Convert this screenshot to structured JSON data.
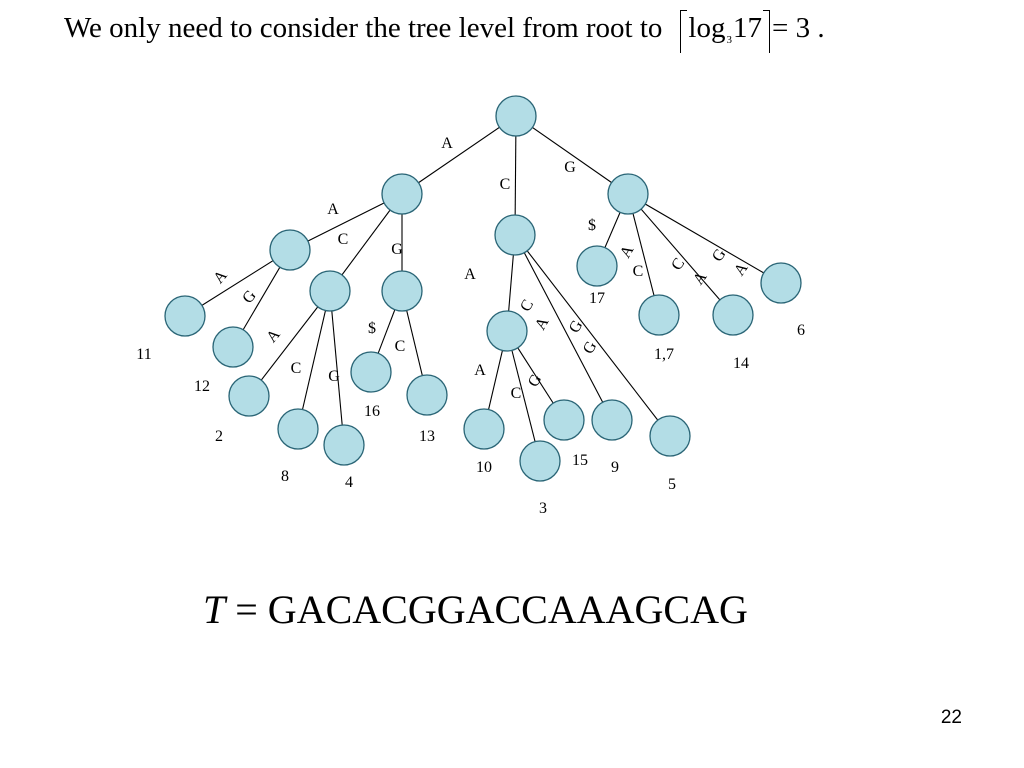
{
  "heading": {
    "text": "We only need to consider the tree level from root to",
    "log_function": "log",
    "log_base": "3",
    "log_argument": "17",
    "result": "= 3 ."
  },
  "tree": {
    "nodes": [
      {
        "id": "root"
      },
      {
        "id": "a"
      },
      {
        "id": "c"
      },
      {
        "id": "g"
      },
      {
        "id": "aa"
      },
      {
        "id": "ac"
      },
      {
        "id": "ag"
      },
      {
        "id": "ca"
      },
      {
        "id": "g-dollar",
        "label": "17"
      },
      {
        "id": "g-ac",
        "label": "1,7"
      },
      {
        "id": "g-cag",
        "label": "14"
      },
      {
        "id": "g-ga",
        "label": "6"
      },
      {
        "id": "aa-ag",
        "label": "11"
      },
      {
        "id": "aa-ga",
        "label": "12"
      },
      {
        "id": "ac-a",
        "label": "2"
      },
      {
        "id": "ac-c",
        "label": "8"
      },
      {
        "id": "ac-g",
        "label": "4"
      },
      {
        "id": "ag-dollar",
        "label": "16"
      },
      {
        "id": "ag-c",
        "label": "13"
      },
      {
        "id": "ca-a",
        "label": "10"
      },
      {
        "id": "ca-c",
        "label": "3"
      },
      {
        "id": "ca-g",
        "label": "15"
      },
      {
        "id": "c-cag",
        "label": "9"
      },
      {
        "id": "c-ag",
        "label": "5"
      }
    ],
    "edges": [
      {
        "from": "root",
        "to": "a",
        "label": "A"
      },
      {
        "from": "root",
        "to": "c",
        "label": "C"
      },
      {
        "from": "root",
        "to": "g",
        "label": "G"
      },
      {
        "from": "a",
        "to": "aa",
        "label": "A"
      },
      {
        "from": "a",
        "to": "ac",
        "label": "C"
      },
      {
        "from": "a",
        "to": "ag",
        "label": "G"
      },
      {
        "from": "c",
        "to": "ca",
        "label": "A"
      },
      {
        "from": "c",
        "to": "c-cag",
        "label": "C A G"
      },
      {
        "from": "c",
        "to": "c-ag",
        "label": "G"
      },
      {
        "from": "g",
        "to": "g-dollar",
        "label": "$"
      },
      {
        "from": "g",
        "to": "g-ac",
        "label": "A C"
      },
      {
        "from": "g",
        "to": "g-cag",
        "label": "C A G"
      },
      {
        "from": "g",
        "to": "g-ga",
        "label": "A"
      },
      {
        "from": "aa",
        "to": "aa-ag",
        "label": "A"
      },
      {
        "from": "aa",
        "to": "aa-ga",
        "label": "G"
      },
      {
        "from": "ac",
        "to": "ac-a",
        "label": "A"
      },
      {
        "from": "ac",
        "to": "ac-c",
        "label": "C"
      },
      {
        "from": "ac",
        "to": "ac-g",
        "label": "G"
      },
      {
        "from": "ag",
        "to": "ag-dollar",
        "label": "$"
      },
      {
        "from": "ag",
        "to": "ag-c",
        "label": "C"
      },
      {
        "from": "ca",
        "to": "ca-a",
        "label": "A"
      },
      {
        "from": "ca",
        "to": "ca-c",
        "label": "C"
      },
      {
        "from": "ca",
        "to": "ca-g",
        "label": "G"
      }
    ]
  },
  "equation": {
    "variable": "T",
    "rest": " = GACACGGACCAAAGCAG"
  },
  "page_number": "22"
}
